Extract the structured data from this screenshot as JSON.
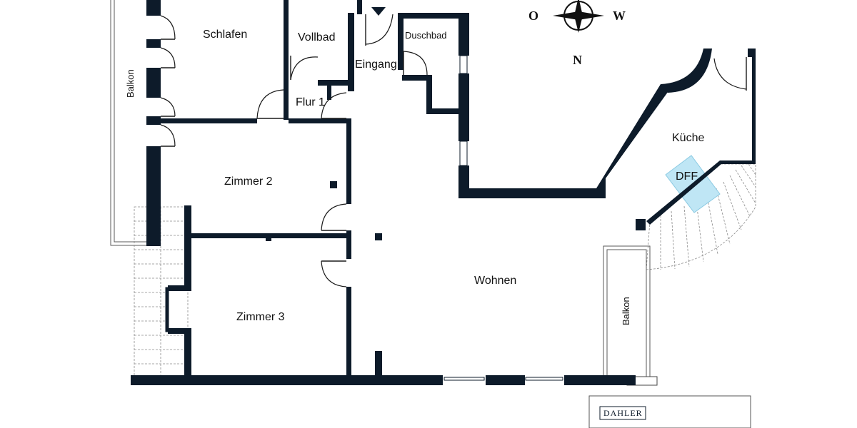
{
  "rooms": {
    "schlafen": "Schlafen",
    "vollbad": "Vollbad",
    "duschbad": "Duschbad",
    "eingang": "Eingang",
    "flur": "Flur 1",
    "zimmer2": "Zimmer 2",
    "zimmer3": "Zimmer 3",
    "wohnen": "Wohnen",
    "kueche": "Küche",
    "dff": "DFF",
    "balkon_left": "Balkon",
    "balkon_right": "Balkon"
  },
  "compass": {
    "west_side": "O",
    "east_side": "W",
    "north": "N"
  },
  "logo": {
    "text": "DAHLER"
  },
  "colors": {
    "wall": "#0d1b2a",
    "skylight": "#bfe6f5"
  }
}
